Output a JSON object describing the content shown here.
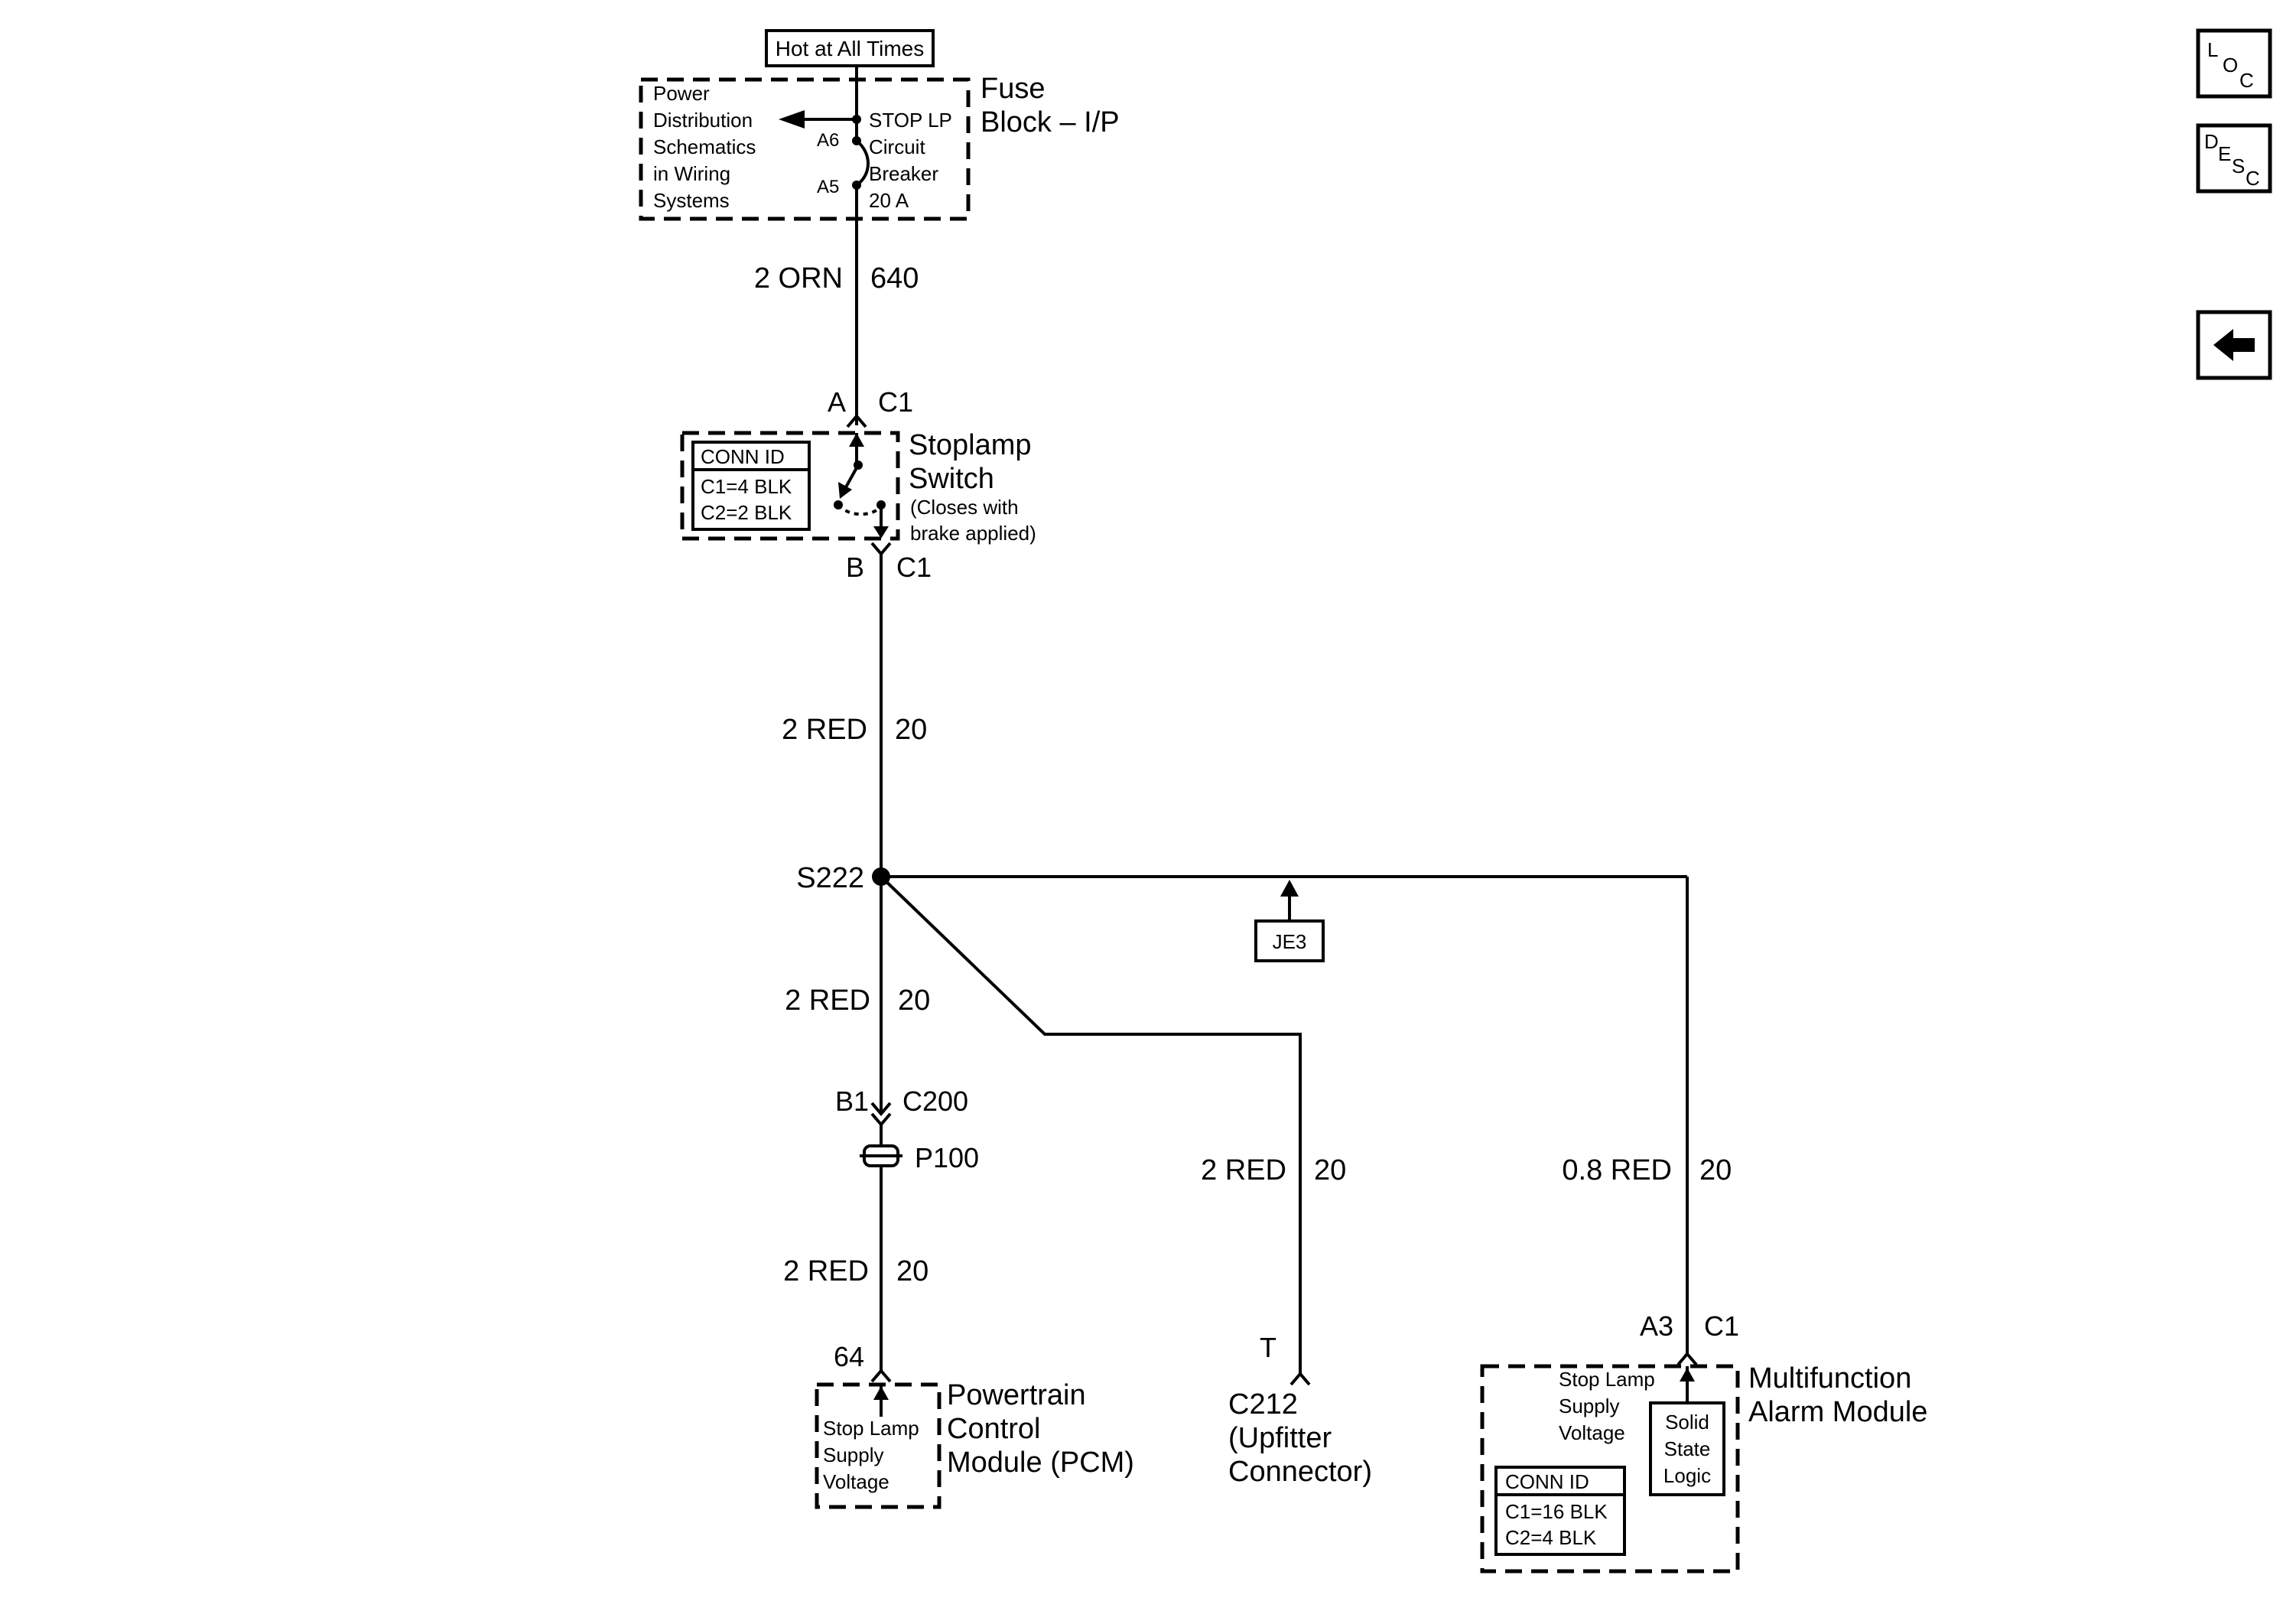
{
  "hot_label": "Hot at All Times",
  "fuse_block": {
    "title_line1": "Fuse",
    "title_line2": "Block – I/P",
    "ref_lines": [
      "Power",
      "Distribution",
      "Schematics",
      "in Wiring",
      "Systems"
    ],
    "breaker_lines": [
      "STOP LP",
      "Circuit",
      "Breaker",
      "20 A"
    ],
    "pin_a6": "A6",
    "pin_a5": "A5"
  },
  "wire_640": {
    "gauge_color": "2 ORN",
    "circuit": "640"
  },
  "stoplamp_switch": {
    "pin_top": "A",
    "conn_top": "C1",
    "pin_bottom": "B",
    "conn_bottom": "C1",
    "title_line1": "Stoplamp",
    "title_line2": "Switch",
    "note_line1": "(Closes with",
    "note_line2": "brake applied)",
    "conn_id_header": "CONN ID",
    "conn_id_rows": [
      "C1=4 BLK",
      "C2=2 BLK"
    ]
  },
  "wire_20_top": {
    "gauge_color": "2 RED",
    "circuit": "20"
  },
  "splice": {
    "label": "S222"
  },
  "je3_label": "JE3",
  "wire_20_pcm_upper": {
    "gauge_color": "2 RED",
    "circuit": "20"
  },
  "c200": {
    "pin": "B1",
    "label": "C200"
  },
  "p100": {
    "label": "P100"
  },
  "wire_20_pcm_lower": {
    "gauge_color": "2 RED",
    "circuit": "20"
  },
  "pcm": {
    "pin": "64",
    "title_lines": [
      "Powertrain",
      "Control",
      "Module (PCM)"
    ],
    "inner_lines": [
      "Stop Lamp",
      "Supply",
      "Voltage"
    ]
  },
  "wire_20_c212": {
    "gauge_color": "2 RED",
    "circuit": "20"
  },
  "c212": {
    "pin": "T",
    "title_lines": [
      "C212",
      "(Upfitter",
      "Connector)"
    ]
  },
  "wire_20_alarm": {
    "gauge_color": "0.8 RED",
    "circuit": "20"
  },
  "alarm_module": {
    "pin": "A3",
    "conn": "C1",
    "title_line1": "Multifunction",
    "title_line2": "Alarm Module",
    "supply_lines": [
      "Stop Lamp",
      "Supply",
      "Voltage"
    ],
    "logic_lines": [
      "Solid",
      "State",
      "Logic"
    ],
    "conn_id_header": "CONN ID",
    "conn_id_rows": [
      "C1=16 BLK",
      "C2=4 BLK"
    ]
  },
  "nav": {
    "loc": {
      "l1": "L",
      "l2": "O",
      "l3": "C"
    },
    "desc": {
      "l1": "D",
      "l2": "E",
      "l3": "S",
      "l4": "C"
    },
    "back_icon": "left-arrow-icon"
  }
}
